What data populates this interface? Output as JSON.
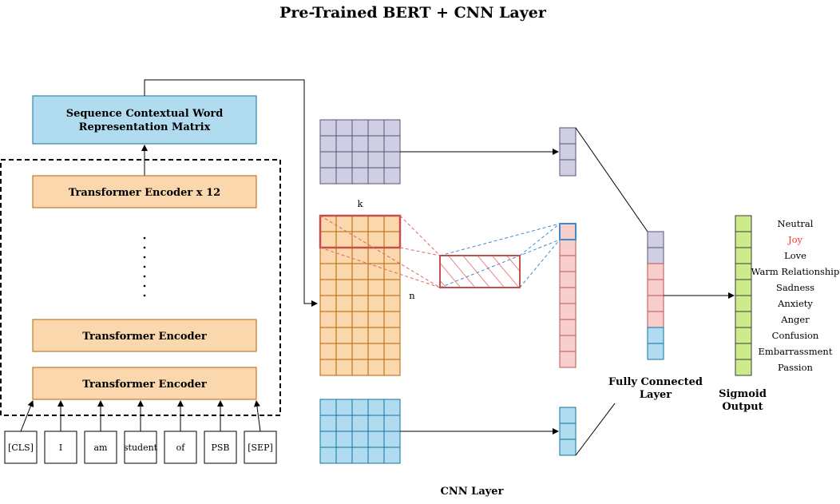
{
  "title": "Pre-Trained BERT + CNN Layer",
  "repr_matrix": {
    "line1": "Sequence Contextual Word",
    "line2": "Representation Matrix"
  },
  "encoders": {
    "top": "Transformer Encoder  x 12",
    "middle": "Transformer Encoder",
    "bottom": "Transformer Encoder"
  },
  "tokens": [
    "[CLS]",
    "I",
    "am",
    "student",
    "of",
    "PSB",
    "[SEP]"
  ],
  "cnn": {
    "k_label": "k",
    "n_label": "n",
    "caption": "CNN Layer"
  },
  "fc": {
    "line1": "Fully Connected",
    "line2": "Layer"
  },
  "sigmoid": {
    "line1": "Sigmoid",
    "line2": "Output"
  },
  "outputs": [
    {
      "label": "Neutral",
      "highlight": false
    },
    {
      "label": "Joy",
      "highlight": true
    },
    {
      "label": "Love",
      "highlight": false
    },
    {
      "label": "Warm Relationship",
      "highlight": false
    },
    {
      "label": "Sadness",
      "highlight": false
    },
    {
      "label": "Anxiety",
      "highlight": false
    },
    {
      "label": "Anger",
      "highlight": false
    },
    {
      "label": "Confusion",
      "highlight": false
    },
    {
      "label": "Embarrassment",
      "highlight": false
    },
    {
      "label": "Passion",
      "highlight": false
    }
  ],
  "colors": {
    "repr_fill": "#b1dcf0",
    "encoder_fill": "#fad7ac",
    "encoder_stroke": "#b46504",
    "purple_fill": "#d0cee2",
    "purple_stroke": "#56517e",
    "orange_fill": "#fad7ac",
    "pink_fill": "#f8cecc",
    "pink_stroke": "#b85450",
    "blue_fill": "#b1dcf0",
    "blue_stroke": "#10739e",
    "green_fill": "#cdeb8b",
    "green_stroke": "#36393d",
    "highlight_text": "#ff3333",
    "filter_red": "#e06666",
    "dash_blue": "#3d8bd1"
  }
}
